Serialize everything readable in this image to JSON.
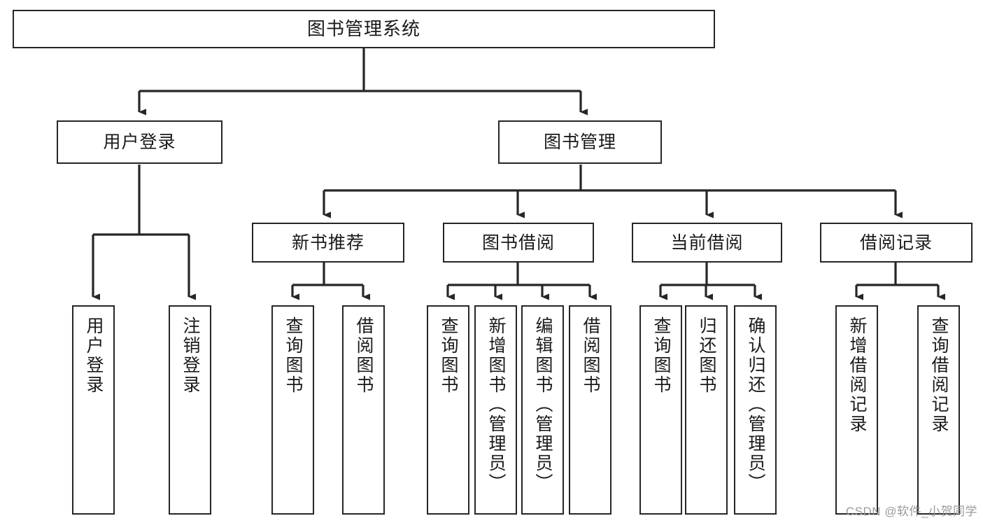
{
  "diagram": {
    "title": "图书管理系统",
    "type": "tree-hierarchy",
    "watermark": "CSDN @软件_小贺同学",
    "colors": {
      "box_border": "#262626",
      "box_fill": "#ffffff",
      "connector": "#262626",
      "text": "#1a1a1a",
      "watermark": "#9a9a9a",
      "background": "#ffffff"
    },
    "nodes": {
      "root": {
        "label": "图书管理系统"
      },
      "level2": [
        {
          "id": "user-login",
          "label": "用户登录"
        },
        {
          "id": "book-manage",
          "label": "图书管理"
        }
      ],
      "level3": [
        {
          "id": "new-book-rec",
          "label": "新书推荐"
        },
        {
          "id": "book-borrow",
          "label": "图书借阅"
        },
        {
          "id": "current-borrow",
          "label": "当前借阅"
        },
        {
          "id": "borrow-record",
          "label": "借阅记录"
        }
      ],
      "leaves": {
        "user_login": [
          {
            "id": "leaf-user-login",
            "label": "用户登录"
          },
          {
            "id": "leaf-logout-login",
            "label": "注销登录"
          }
        ],
        "new_book_rec": [
          {
            "id": "leaf-query-book-1",
            "label": "查询图书"
          },
          {
            "id": "leaf-borrow-book-1",
            "label": "借阅图书"
          }
        ],
        "book_borrow": [
          {
            "id": "leaf-query-book-2",
            "label": "查询图书"
          },
          {
            "id": "leaf-add-book",
            "label": "新增图书（管理员）"
          },
          {
            "id": "leaf-edit-book",
            "label": "编辑图书（管理员）"
          },
          {
            "id": "leaf-borrow-book-2",
            "label": "借阅图书"
          }
        ],
        "current_borrow": [
          {
            "id": "leaf-query-book-3",
            "label": "查询图书"
          },
          {
            "id": "leaf-return-book",
            "label": "归还图书"
          },
          {
            "id": "leaf-confirm-return",
            "label": "确认归还（管理员）"
          }
        ],
        "borrow_record": [
          {
            "id": "leaf-add-record",
            "label": "新增借阅记录"
          },
          {
            "id": "leaf-query-record",
            "label": "查询借阅记录"
          }
        ]
      }
    }
  }
}
